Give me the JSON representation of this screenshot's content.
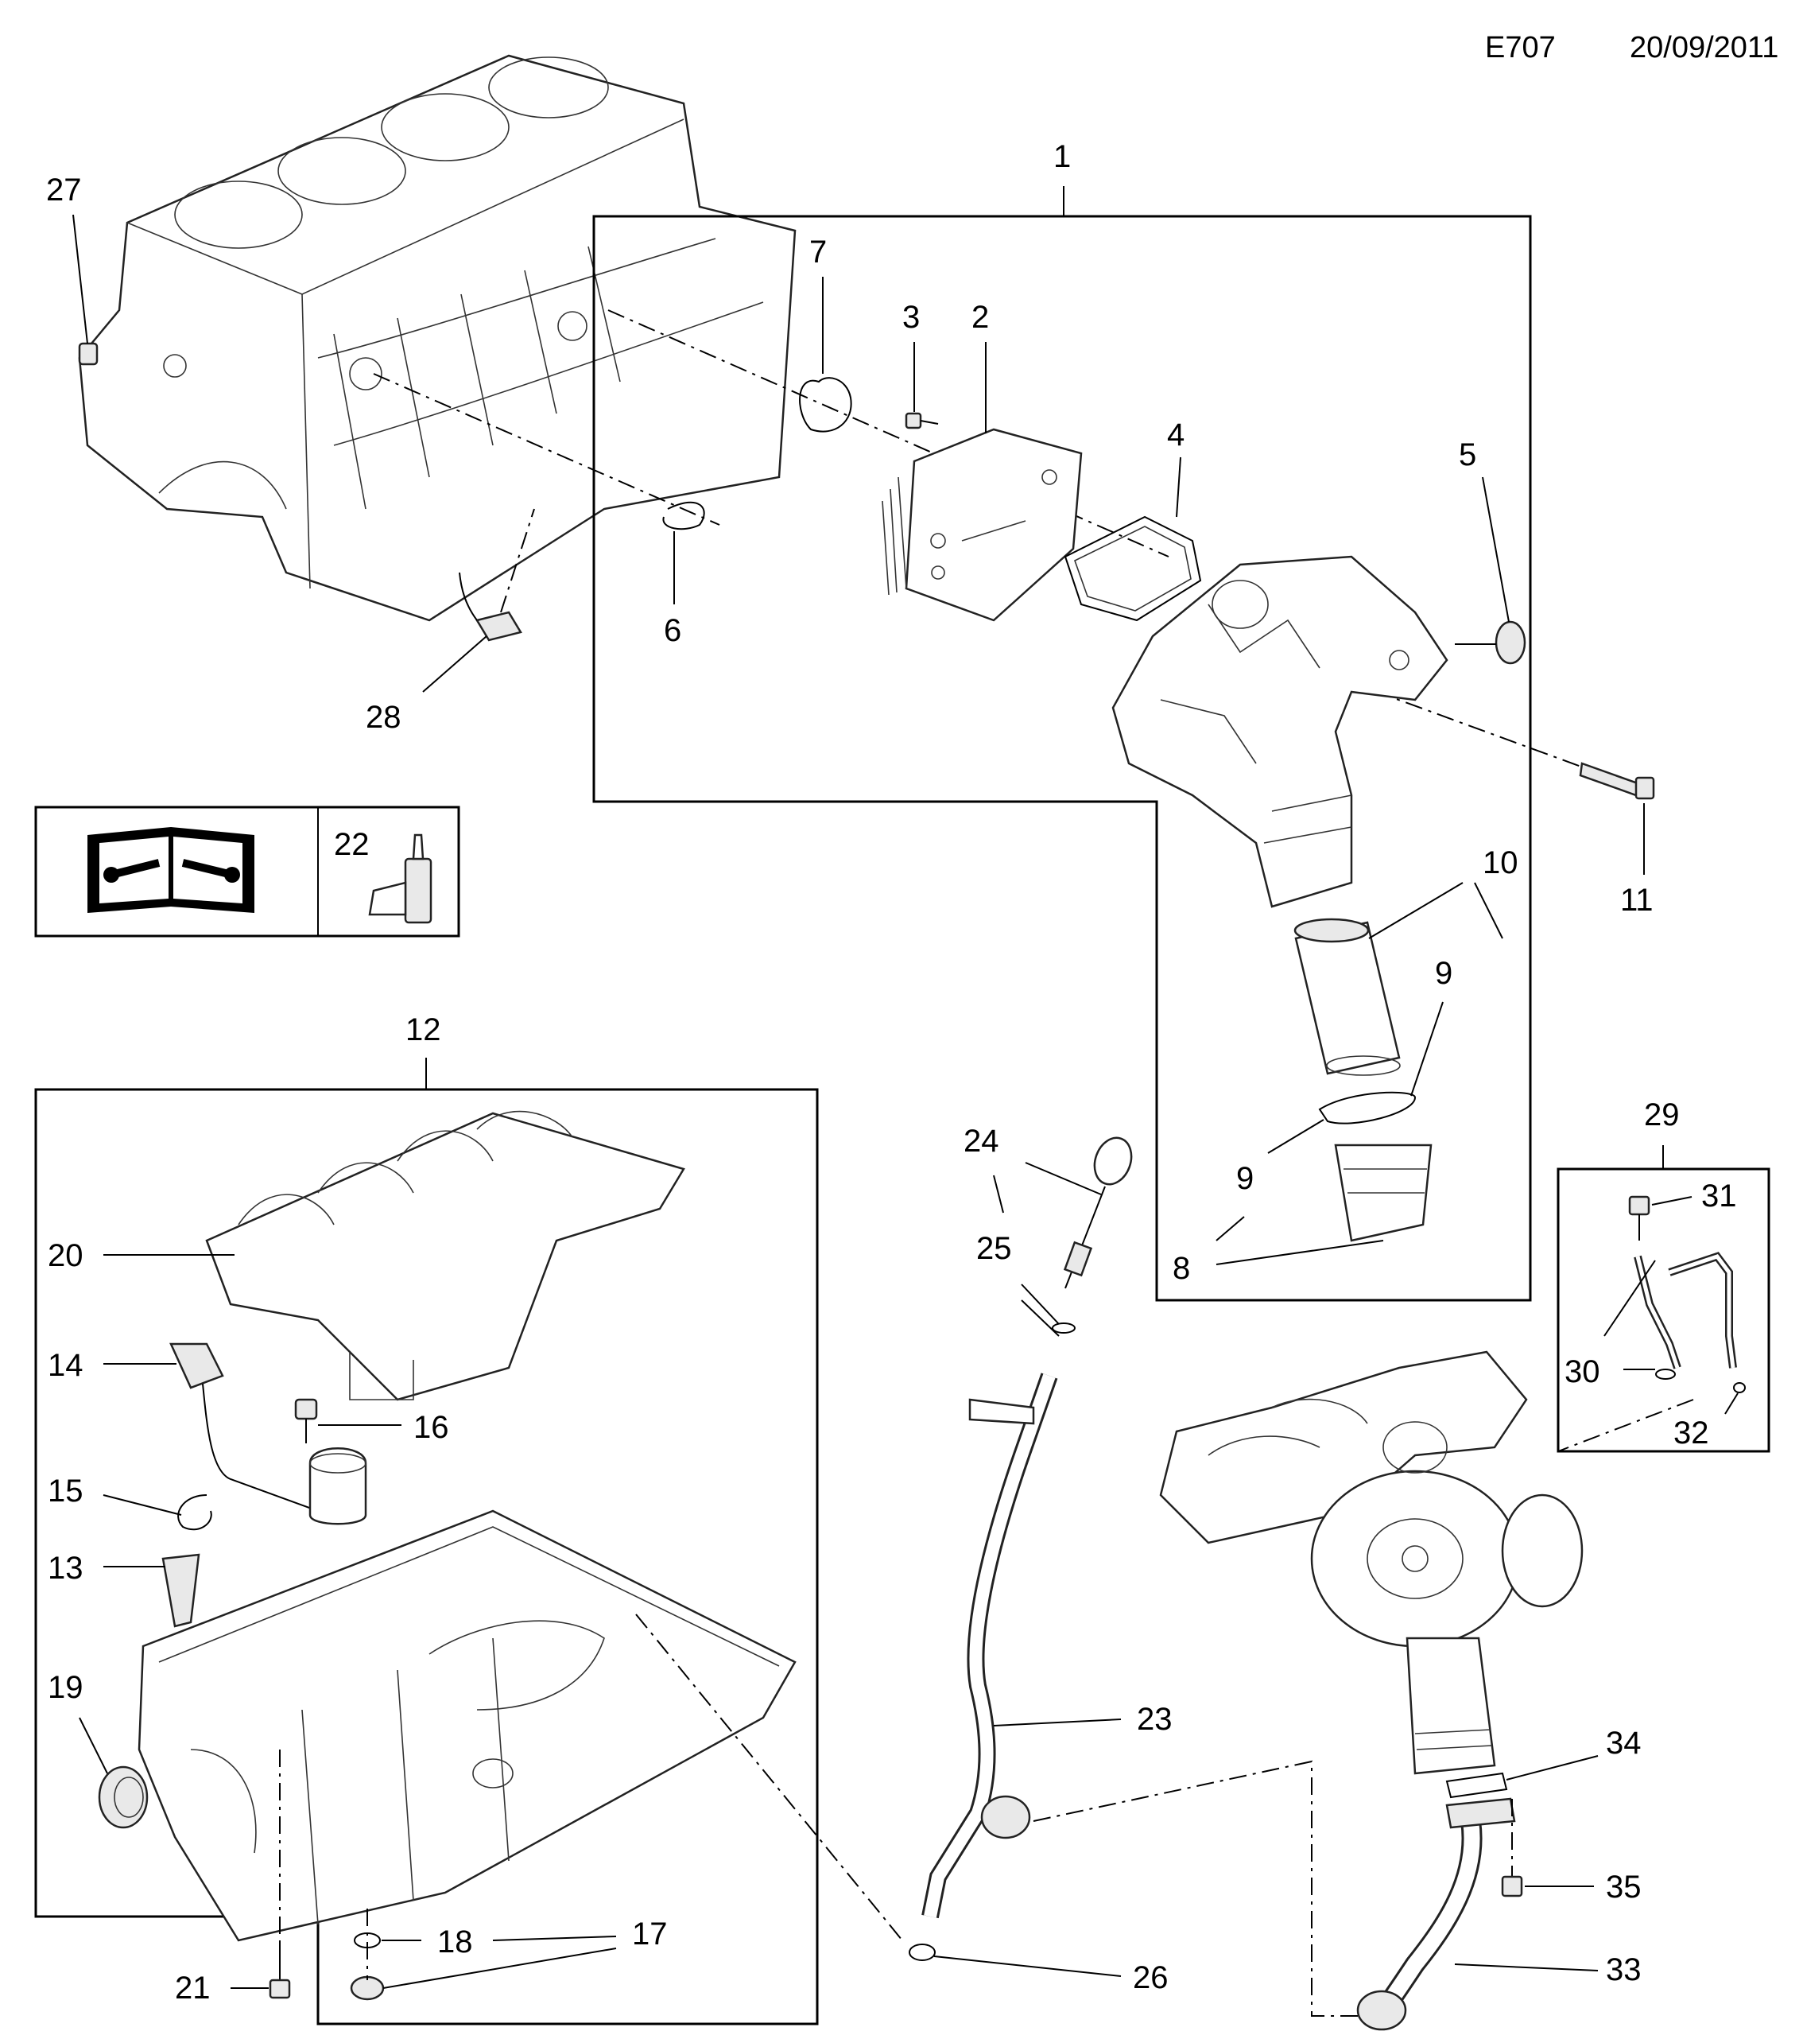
{
  "header": {
    "diagram_code": "E707",
    "date": "20/09/2011"
  },
  "callouts": {
    "c1": "1",
    "c2": "2",
    "c3": "3",
    "c4": "4",
    "c5": "5",
    "c6": "6",
    "c7": "7",
    "c8": "8",
    "c9a": "9",
    "c9b": "9",
    "c9c": "9",
    "c10": "10",
    "c11": "11",
    "c12": "12",
    "c13": "13",
    "c14": "14",
    "c15": "15",
    "c16": "16",
    "c17": "17",
    "c18": "18",
    "c19": "19",
    "c20": "20",
    "c21": "21",
    "c22": "22",
    "c23": "23",
    "c24": "24",
    "c25": "25",
    "c26": "26",
    "c27": "27",
    "c28": "28",
    "c29": "29",
    "c30": "30",
    "c31": "31",
    "c32": "32",
    "c33": "33",
    "c34": "34",
    "c35": "35"
  },
  "icons": {
    "manual": "workshop-manual-icon",
    "sealant": "sealant-bottle-icon"
  }
}
